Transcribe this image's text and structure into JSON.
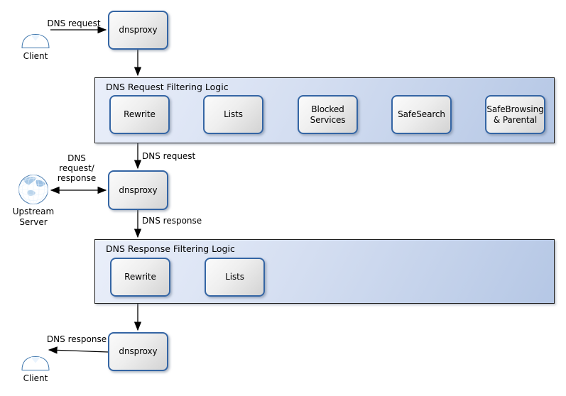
{
  "nodes": {
    "client_top": "Client",
    "dnsproxy_top": "dnsproxy",
    "dnsproxy_middle": "dnsproxy",
    "dnsproxy_bottom": "dnsproxy",
    "upstream_server": "Upstream Server",
    "client_bottom": "Client"
  },
  "containers": {
    "request": {
      "title": "DNS Request Filtering Logic",
      "steps": [
        "Rewrite",
        "Lists",
        "Blocked Services",
        "SafeSearch",
        "SafeBrowsing & Parental"
      ]
    },
    "response": {
      "title": "DNS Response Filtering Logic",
      "steps": [
        "Rewrite",
        "Lists"
      ]
    }
  },
  "edge_labels": {
    "client_request": "DNS request",
    "filtered_request": "DNS request",
    "upstream_lines": [
      "DNS",
      "request/",
      "response"
    ],
    "proxy_response": "DNS response",
    "client_response": "DNS response"
  },
  "icons": {
    "client_top": "person-icon",
    "upstream_server": "globe-icon",
    "client_bottom": "person-icon"
  },
  "colors": {
    "container_border": "#1f1f1f",
    "container_fill_light": "#eaeffa",
    "container_fill_dark": "#b5c7e5",
    "node_border": "#3465a4",
    "node_fill_light": "#fbfbfb",
    "node_fill_dark": "#d3d3d3",
    "arrow": "#000000"
  }
}
